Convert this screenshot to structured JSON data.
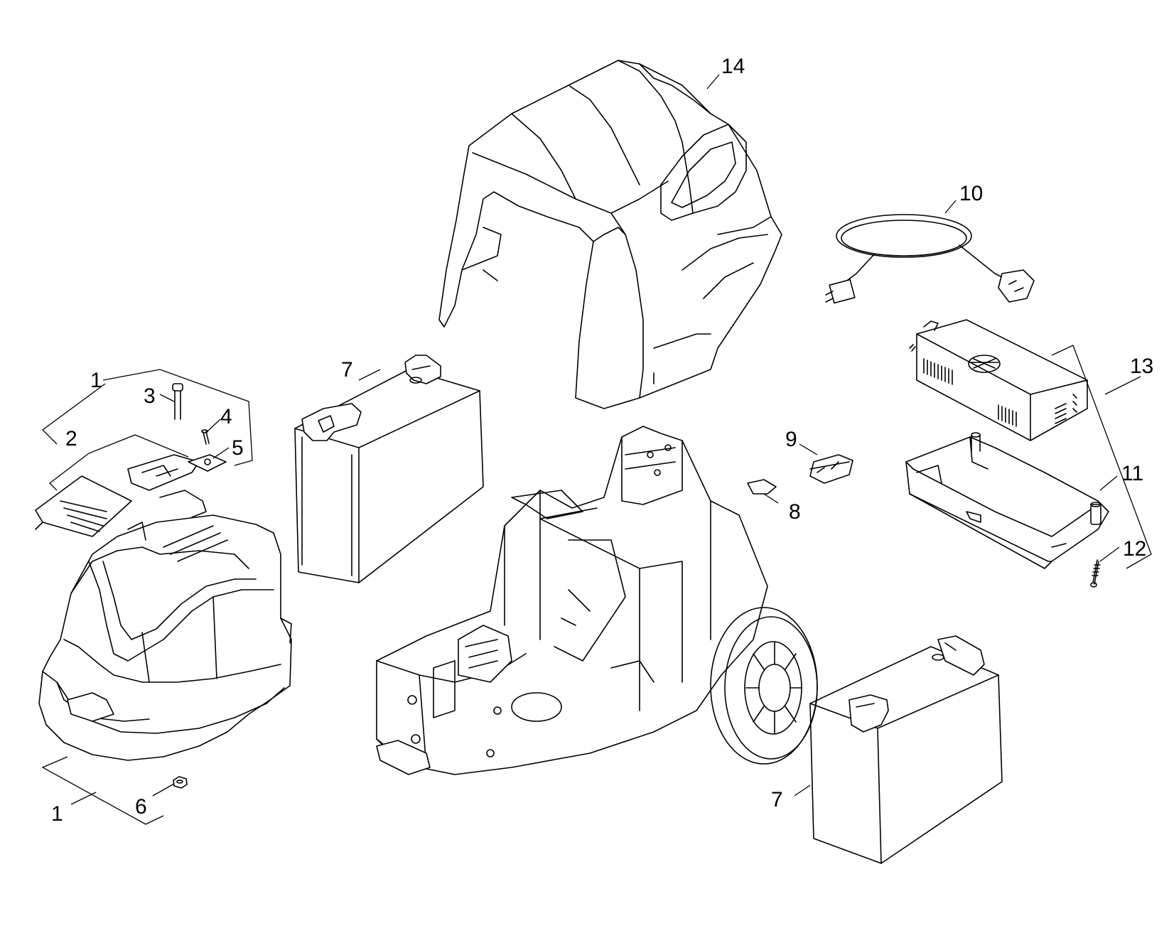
{
  "diagram": {
    "type": "exploded-parts-drawing",
    "background": "#ffffff",
    "line_color": "#000000",
    "callouts": [
      {
        "id": "c1a",
        "label": "1"
      },
      {
        "id": "c2",
        "label": "2"
      },
      {
        "id": "c3",
        "label": "3"
      },
      {
        "id": "c4",
        "label": "4"
      },
      {
        "id": "c5",
        "label": "5"
      },
      {
        "id": "c1b",
        "label": "1"
      },
      {
        "id": "c6",
        "label": "6"
      },
      {
        "id": "c7a",
        "label": "7"
      },
      {
        "id": "c7b",
        "label": "7"
      },
      {
        "id": "c8",
        "label": "8"
      },
      {
        "id": "c9",
        "label": "9"
      },
      {
        "id": "c10",
        "label": "10"
      },
      {
        "id": "c11",
        "label": "11"
      },
      {
        "id": "c12",
        "label": "12"
      },
      {
        "id": "c13",
        "label": "13"
      },
      {
        "id": "c14",
        "label": "14"
      }
    ]
  }
}
